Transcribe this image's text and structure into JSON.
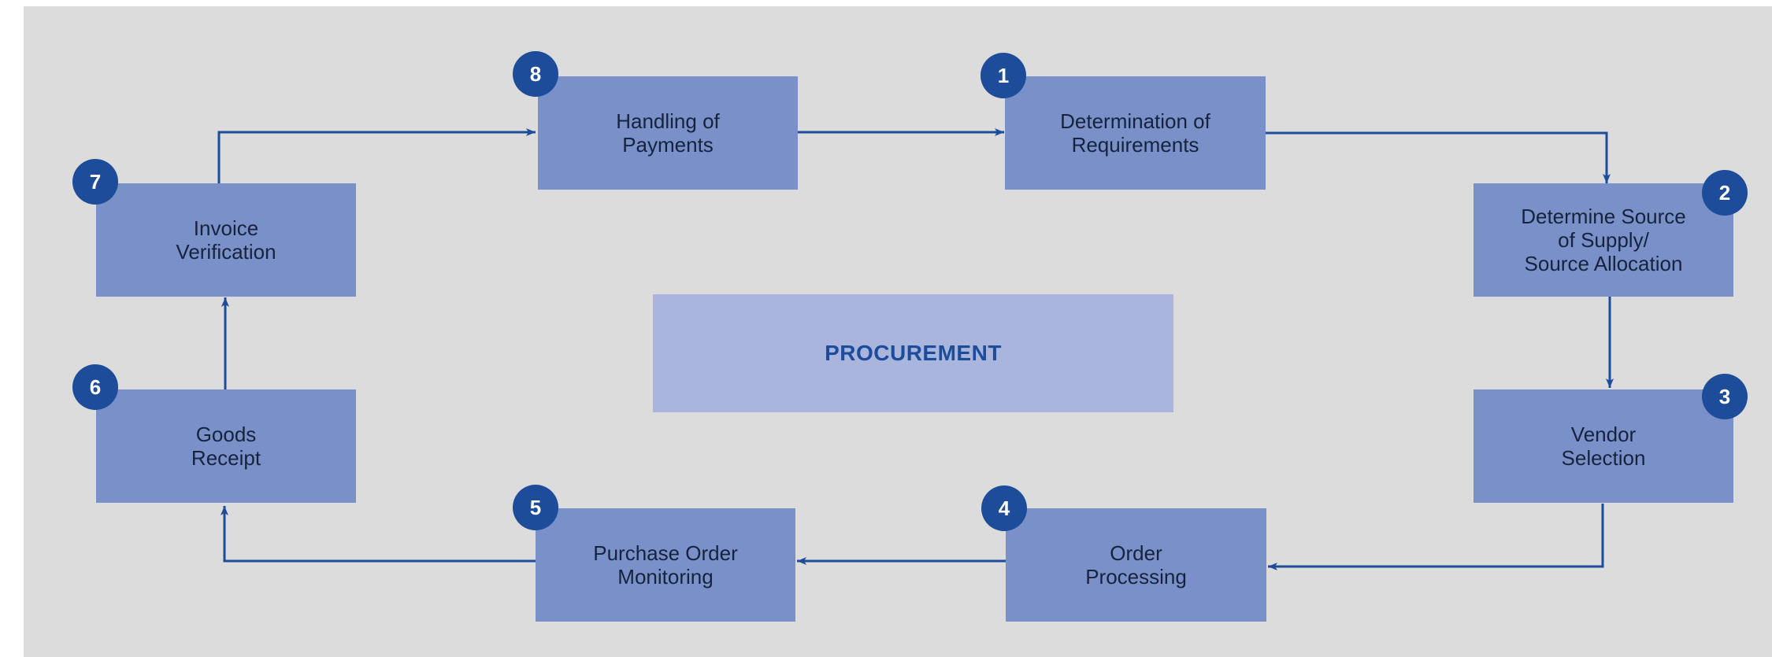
{
  "diagram": {
    "center_label": "PROCUREMENT",
    "steps": [
      {
        "number": "1",
        "label": "Determination of\nRequirements"
      },
      {
        "number": "2",
        "label": "Determine Source\nof Supply/\nSource Allocation"
      },
      {
        "number": "3",
        "label": "Vendor\nSelection"
      },
      {
        "number": "4",
        "label": "Order\nProcessing"
      },
      {
        "number": "5",
        "label": "Purchase Order\nMonitoring"
      },
      {
        "number": "6",
        "label": "Goods\nReceipt"
      },
      {
        "number": "7",
        "label": "Invoice\nVerification"
      },
      {
        "number": "8",
        "label": "Handling of\nPayments"
      }
    ],
    "colors": {
      "background": "#dcdcdc",
      "step_box": "#7a90c8",
      "center_box": "#a9b5dd",
      "accent": "#1c4c9a",
      "text": "#15233d"
    }
  }
}
